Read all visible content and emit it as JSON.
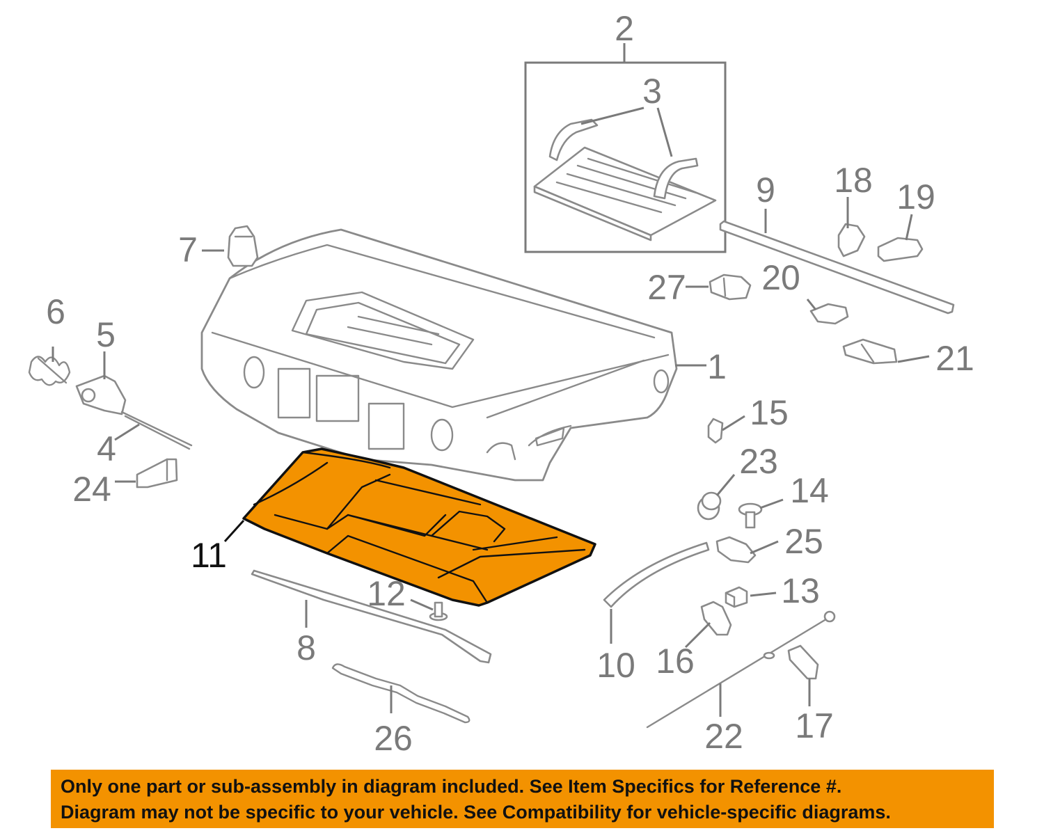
{
  "diagram": {
    "highlight_color": "#f39200",
    "selected_part": "11",
    "callouts": [
      "1",
      "2",
      "3",
      "4",
      "5",
      "6",
      "7",
      "8",
      "9",
      "10",
      "11",
      "12",
      "13",
      "14",
      "15",
      "16",
      "17",
      "18",
      "19",
      "20",
      "21",
      "22",
      "23",
      "24",
      "25",
      "26",
      "27"
    ]
  },
  "disclaimer": {
    "line1": "Only one part or sub-assembly in diagram included. See Item Specifics for Reference #.",
    "line2": "Diagram may not be specific to your vehicle. See Compatibility for vehicle-specific diagrams."
  }
}
